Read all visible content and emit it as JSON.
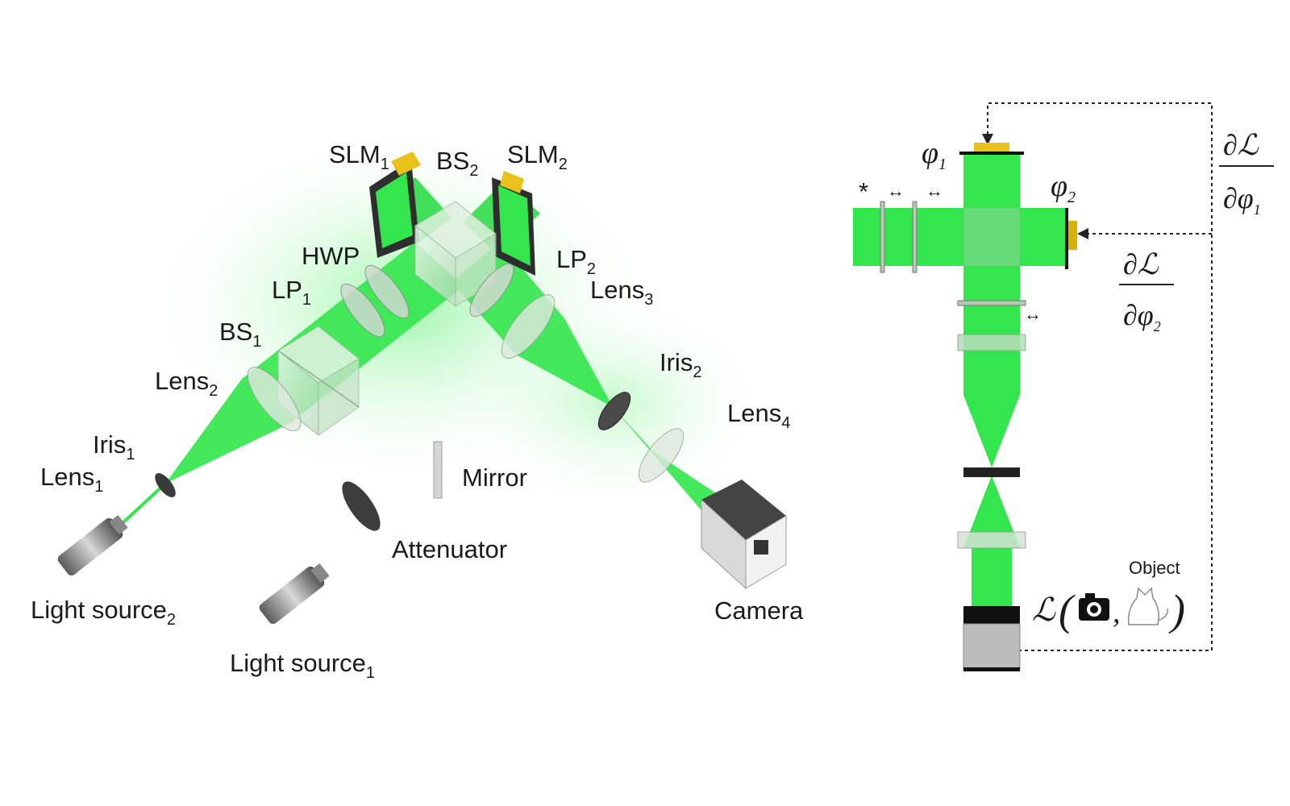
{
  "setup": {
    "slm1": {
      "base": "SLM",
      "sub": "1"
    },
    "bs2": {
      "base": "BS",
      "sub": "2"
    },
    "slm2": {
      "base": "SLM",
      "sub": "2"
    },
    "hwp": "HWP",
    "lp1": {
      "base": "LP",
      "sub": "1"
    },
    "lp2": {
      "base": "LP",
      "sub": "2"
    },
    "lens3": {
      "base": "Lens",
      "sub": "3"
    },
    "bs1": {
      "base": "BS",
      "sub": "1"
    },
    "lens2": {
      "base": "Lens",
      "sub": "2"
    },
    "iris2": {
      "base": "Iris",
      "sub": "2"
    },
    "lens4": {
      "base": "Lens",
      "sub": "4"
    },
    "iris1": {
      "base": "Iris",
      "sub": "1"
    },
    "lens1": {
      "base": "Lens",
      "sub": "1"
    },
    "mirror": "Mirror",
    "attenuator": "Attenuator",
    "camera": "Camera",
    "light_source2": {
      "base": "Light source",
      "sub": "2"
    },
    "light_source1": {
      "base": "Light source",
      "sub": "1"
    }
  },
  "schematic": {
    "phi1": {
      "base": "φ",
      "sub": "1"
    },
    "phi2": {
      "base": "φ",
      "sub": "2"
    },
    "asterisk": "*",
    "grad1": {
      "num": "∂ℒ",
      "den": "∂φ",
      "sub": "1"
    },
    "grad2": {
      "num": "∂ℒ",
      "den": "∂φ",
      "sub": "2"
    },
    "loss": {
      "symbol": "ℒ",
      "open": "(",
      "comma": ",",
      "close": ")"
    },
    "object_label": "Object"
  },
  "colors": {
    "beam": "#33e64d",
    "beam_dark": "#1fbf3a",
    "slm_gold": "#e8c21a",
    "camera_gray": "#bcbcbc"
  },
  "icons": [
    "camera-icon",
    "cat-icon",
    "arrow-icon"
  ]
}
